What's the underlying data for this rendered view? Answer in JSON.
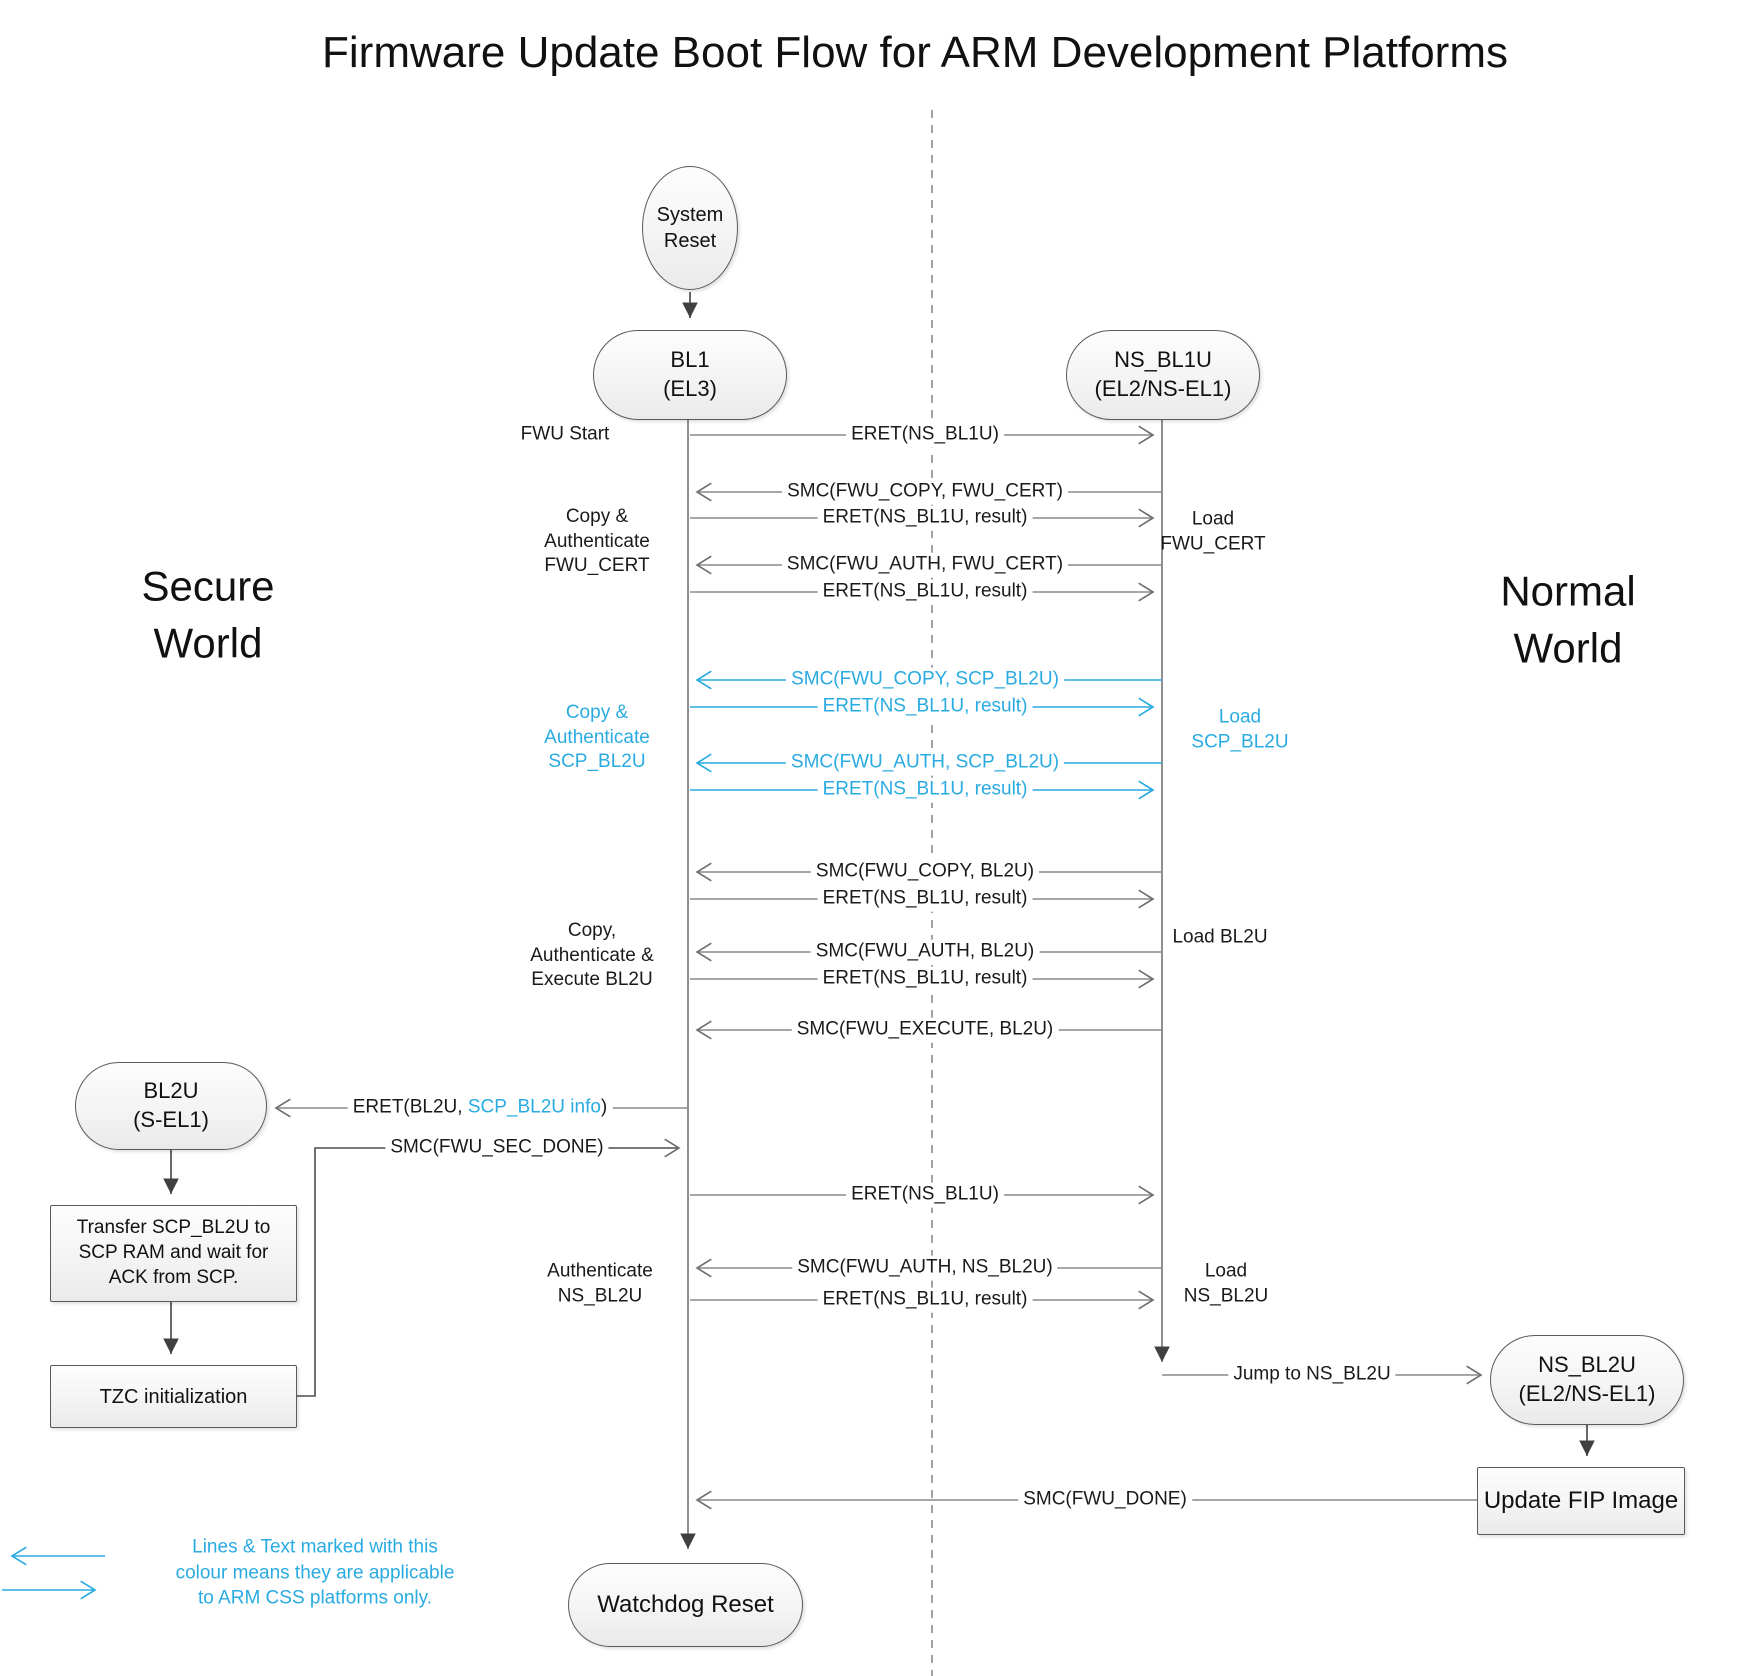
{
  "title": "Firmware Update Boot Flow for ARM Development Platforms",
  "worlds": {
    "secure": "Secure\nWorld",
    "normal": "Normal\nWorld"
  },
  "colors": {
    "highlight_blue": "#29ABE2",
    "line_gray": "#8a8a8a"
  },
  "nodes": {
    "system_reset": "System\nReset",
    "bl1": "BL1\n(EL3)",
    "ns_bl1u": "NS_BL1U\n(EL2/NS-EL1)",
    "bl2u": "BL2U\n(S-EL1)",
    "ns_bl2u": "NS_BL2U\n(EL2/NS-EL1)",
    "transfer_scp": "Transfer SCP_BL2U to\nSCP RAM and wait for\nACK from SCP.",
    "tzc": "TZC initialization",
    "update_fip": "Update FIP Image",
    "watchdog": "Watchdog Reset"
  },
  "messages": {
    "eret_ns_bl1u": "ERET(NS_BL1U)",
    "eret_result": "ERET(NS_BL1U, result)",
    "smc_copy_fwu_cert": "SMC(FWU_COPY, FWU_CERT)",
    "smc_auth_fwu_cert": "SMC(FWU_AUTH, FWU_CERT)",
    "smc_copy_scp_bl2u": "SMC(FWU_COPY, SCP_BL2U)",
    "smc_auth_scp_bl2u": "SMC(FWU_AUTH, SCP_BL2U)",
    "smc_copy_bl2u": "SMC(FWU_COPY, BL2U)",
    "smc_auth_bl2u": "SMC(FWU_AUTH, BL2U)",
    "smc_execute_bl2u": "SMC(FWU_EXECUTE, BL2U)",
    "smc_sec_done": "SMC(FWU_SEC_DONE)",
    "smc_auth_ns_bl2u": "SMC(FWU_AUTH, NS_BL2U)",
    "smc_done": "SMC(FWU_DONE)"
  },
  "eret_bl2u": {
    "prefix": "ERET(BL2U, ",
    "highlight": "SCP_BL2U info",
    "suffix": ")"
  },
  "side_labels": {
    "fwu_start": "FWU Start",
    "copy_auth_fwu_cert": "Copy &\nAuthenticate\nFWU_CERT",
    "load_fwu_cert": "Load\nFWU_CERT",
    "copy_auth_scp_bl2u": "Copy &\nAuthenticate\nSCP_BL2U",
    "load_scp_bl2u": "Load\nSCP_BL2U",
    "copy_auth_exec_bl2u": "Copy,\nAuthenticate &\nExecute BL2U",
    "load_bl2u": "Load BL2U",
    "authenticate_ns_bl2u": "Authenticate\nNS_BL2U",
    "load_ns_bl2u": "Load\nNS_BL2U",
    "jump_to_ns_bl2u": "Jump to NS_BL2U"
  },
  "legend": {
    "note": "Lines & Text marked with this\ncolour means they are applicable\nto ARM CSS platforms only."
  }
}
